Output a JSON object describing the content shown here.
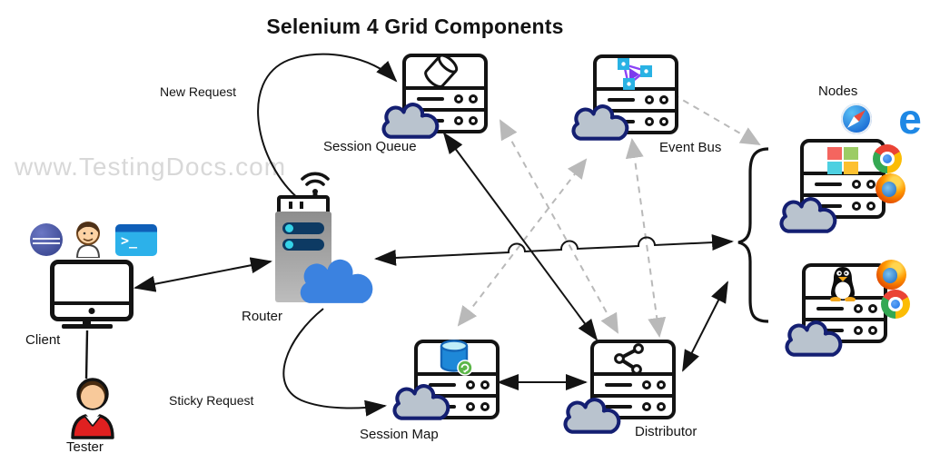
{
  "diagram": {
    "title": "Selenium 4 Grid Components",
    "watermark": "www.TestingDocs.com",
    "annotations": {
      "new_request": "New Request",
      "sticky_request": "Sticky Request"
    },
    "labels": {
      "client": "Client",
      "tester": "Tester",
      "router": "Router",
      "session_queue": "Session Queue",
      "event_bus": "Event Bus",
      "session_map": "Session Map",
      "distributor": "Distributor",
      "nodes": "Nodes"
    },
    "icons": {
      "client_tools": [
        "eclipse-ide",
        "jenkins",
        "terminal"
      ],
      "nodes_shared_browsers": [
        "safari",
        "edge"
      ],
      "node1": {
        "os": "windows",
        "browsers": [
          "chrome",
          "firefox"
        ]
      },
      "node2": {
        "os": "linux",
        "browsers": [
          "firefox",
          "chrome"
        ]
      },
      "terminal_glyph": ">_",
      "edge_glyph": "e"
    },
    "colors": {
      "arrow": "#131313",
      "dashed_arrow": "#b9b9b9",
      "cloud_fill": "#b9c3ce",
      "cloud_stroke": "#141f72",
      "router_cloud": "#3b82e0",
      "watermark": "#d8d8d8"
    }
  }
}
